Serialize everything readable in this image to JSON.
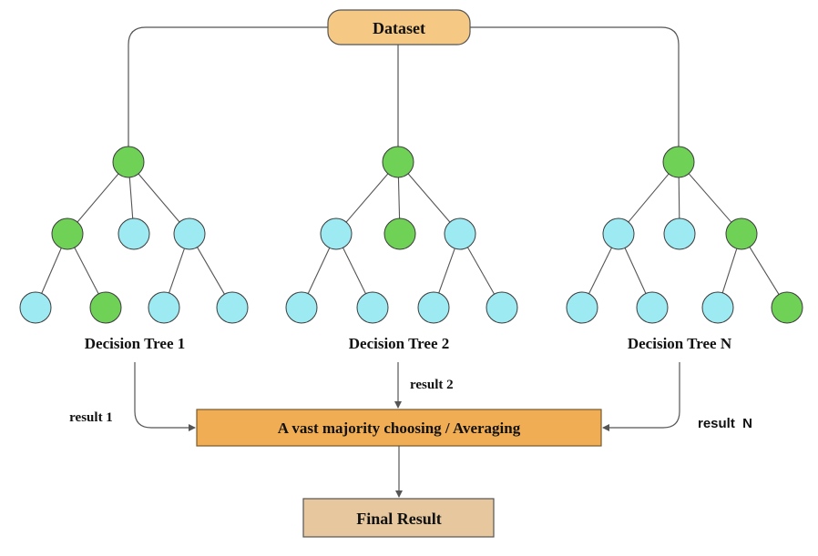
{
  "colors": {
    "green_node": "#6fd257",
    "cyan_node": "#9eeaf2",
    "node_stroke": "#3a3a3a",
    "dataset_fill": "#f5c983",
    "majority_fill": "#f0ad53",
    "final_fill": "#e6c79e",
    "line": "#555555"
  },
  "dataset": {
    "label": "Dataset"
  },
  "trees": [
    {
      "label": "Decision Tree 1",
      "result_label": "result 1",
      "nodes": {
        "root": "green",
        "l1": [
          "green",
          "cyan",
          "cyan"
        ],
        "l2": [
          "cyan",
          "green",
          "cyan",
          "cyan"
        ]
      }
    },
    {
      "label": "Decision Tree 2",
      "result_label": "result 2",
      "nodes": {
        "root": "green",
        "l1": [
          "cyan",
          "green",
          "cyan"
        ],
        "l2": [
          "cyan",
          "cyan",
          "cyan",
          "cyan"
        ]
      }
    },
    {
      "label": "Decision Tree N",
      "result_label": "result  N",
      "nodes": {
        "root": "green",
        "l1": [
          "cyan",
          "cyan",
          "green"
        ],
        "l2": [
          "cyan",
          "cyan",
          "cyan",
          "green"
        ]
      }
    }
  ],
  "majority": {
    "label": "A vast majority choosing / Averaging"
  },
  "final": {
    "label": "Final Result"
  }
}
